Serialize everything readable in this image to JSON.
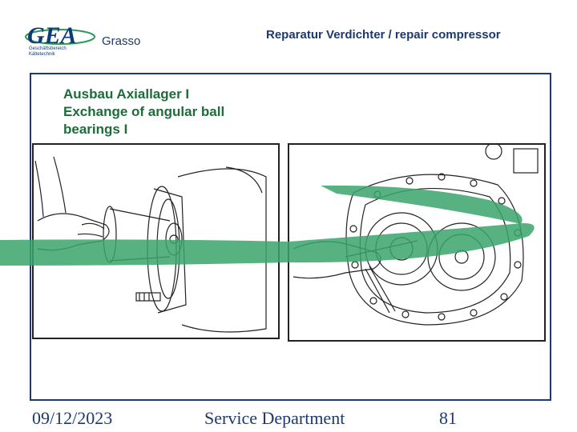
{
  "brand": {
    "logo_text": "GEA",
    "sub_line1": "Geschäftsbereich",
    "sub_line2": "Kältetechnik",
    "name": "Grasso"
  },
  "header": {
    "title": "Reparatur Verdichter / repair compressor"
  },
  "section": {
    "title_de": "Ausbau Axiallager I",
    "title_en": "Exchange of angular ball bearings I"
  },
  "illustrations": {
    "left_icon": "compressor-bearing-removal-drawing",
    "right_icon": "compressor-end-cover-drawing"
  },
  "colors": {
    "accent_green": "#3aa36a",
    "frame_blue": "#1c3a6e",
    "title_green": "#1f6b3a"
  },
  "footer": {
    "date": "09/12/2023",
    "department": "Service Department",
    "page": "81"
  }
}
